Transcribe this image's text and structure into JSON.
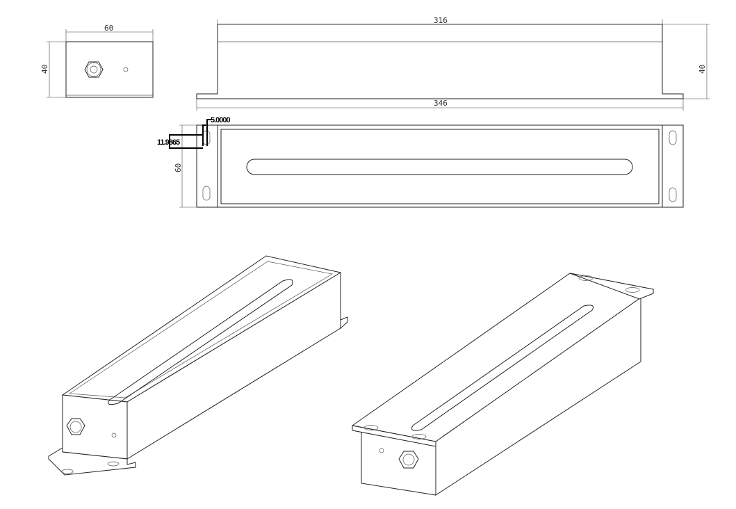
{
  "front_view": {
    "width_label": "60",
    "height_label": "40"
  },
  "side_view": {
    "body_length_label": "316",
    "flange_length_label": "346",
    "height_label": "40"
  },
  "top_view": {
    "width_label": "60",
    "annotation_a": "5.0000",
    "annotation_b": "11.9865"
  }
}
